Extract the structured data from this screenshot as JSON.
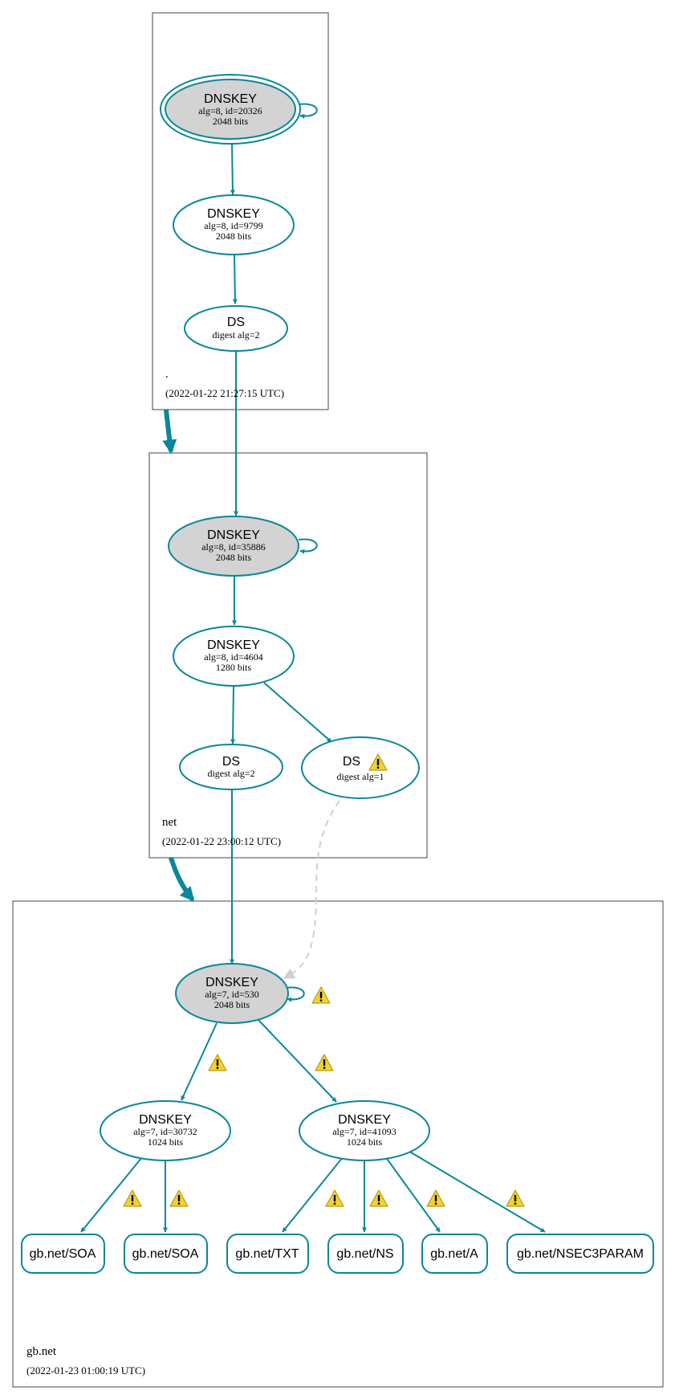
{
  "zones": [
    {
      "name": ".",
      "timestamp": "(2022-01-22 21:27:15 UTC)"
    },
    {
      "name": "net",
      "timestamp": "(2022-01-22 23:00:12 UTC)"
    },
    {
      "name": "gb.net",
      "timestamp": "(2022-01-23 01:00:19 UTC)"
    }
  ],
  "colors": {
    "edge": "#0a879a",
    "ksk_fill": "#d3d3d3",
    "warning": "#f2d230",
    "insecure_edge": "#cfcfcf"
  },
  "icons": {
    "warning": "warning-icon"
  },
  "nodes": {
    "root_ksk": {
      "title": "DNSKEY",
      "line1": "alg=8, id=20326",
      "line2": "2048 bits"
    },
    "root_zsk": {
      "title": "DNSKEY",
      "line1": "alg=8, id=9799",
      "line2": "2048 bits"
    },
    "root_ds": {
      "title": "DS",
      "line1": "digest alg=2"
    },
    "net_ksk": {
      "title": "DNSKEY",
      "line1": "alg=8, id=35886",
      "line2": "2048 bits"
    },
    "net_zsk": {
      "title": "DNSKEY",
      "line1": "alg=8, id=4604",
      "line2": "1280 bits"
    },
    "net_ds2": {
      "title": "DS",
      "line1": "digest alg=2"
    },
    "net_ds1": {
      "title": "DS",
      "line1": "digest alg=1"
    },
    "gb_ksk": {
      "title": "DNSKEY",
      "line1": "alg=7, id=530",
      "line2": "2048 bits"
    },
    "gb_zsk1": {
      "title": "DNSKEY",
      "line1": "alg=7, id=30732",
      "line2": "1024 bits"
    },
    "gb_zsk2": {
      "title": "DNSKEY",
      "line1": "alg=7, id=41093",
      "line2": "1024 bits"
    }
  },
  "records": [
    {
      "label": "gb.net/SOA"
    },
    {
      "label": "gb.net/SOA"
    },
    {
      "label": "gb.net/TXT"
    },
    {
      "label": "gb.net/NS"
    },
    {
      "label": "gb.net/A"
    },
    {
      "label": "gb.net/NSEC3PARAM"
    }
  ]
}
